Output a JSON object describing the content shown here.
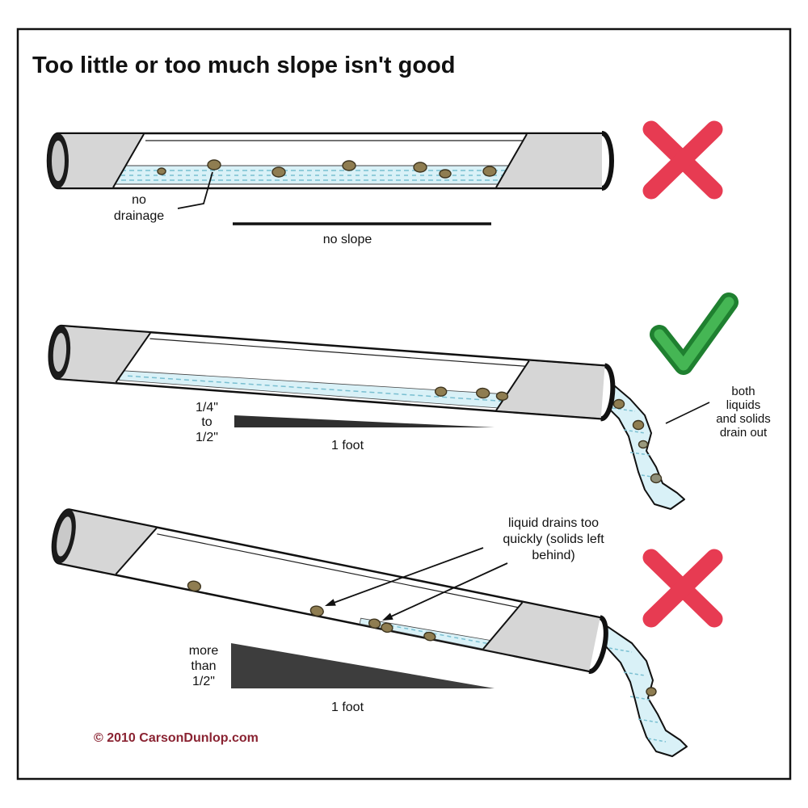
{
  "title": "Too little or too much slope isn't good",
  "footer": {
    "copyright": "© 2010 CarsonDunlop.com"
  },
  "panels": {
    "no_slope": {
      "result": "bad",
      "result_icon": "red-cross",
      "pointer_label_line1": "no",
      "pointer_label_line2": "drainage",
      "slope_label": "no slope"
    },
    "correct_slope": {
      "result": "good",
      "result_icon": "green-check",
      "slope_min": "1/4\"",
      "slope_joiner": "to",
      "slope_max": "1/2\"",
      "run_label": "1 foot",
      "outcome_line1": "both",
      "outcome_line2": "liquids",
      "outcome_line3": "and solids",
      "outcome_line4": "drain out"
    },
    "too_much_slope": {
      "result": "bad",
      "result_icon": "red-cross",
      "slope_line1": "more",
      "slope_line2": "than",
      "slope_line3": "1/2\"",
      "run_label": "1 foot",
      "note_line1": "liquid drains too",
      "note_line2": "quickly (solids left",
      "note_line3": "behind)"
    }
  },
  "colors": {
    "cross_red": "#e73b52",
    "check_green": "#45b654",
    "water_blue": "#d9f1f7",
    "pipe_grey": "#d6d6d6",
    "solids_brown": "#8f7d51",
    "copyright_red": "#8a2332"
  }
}
